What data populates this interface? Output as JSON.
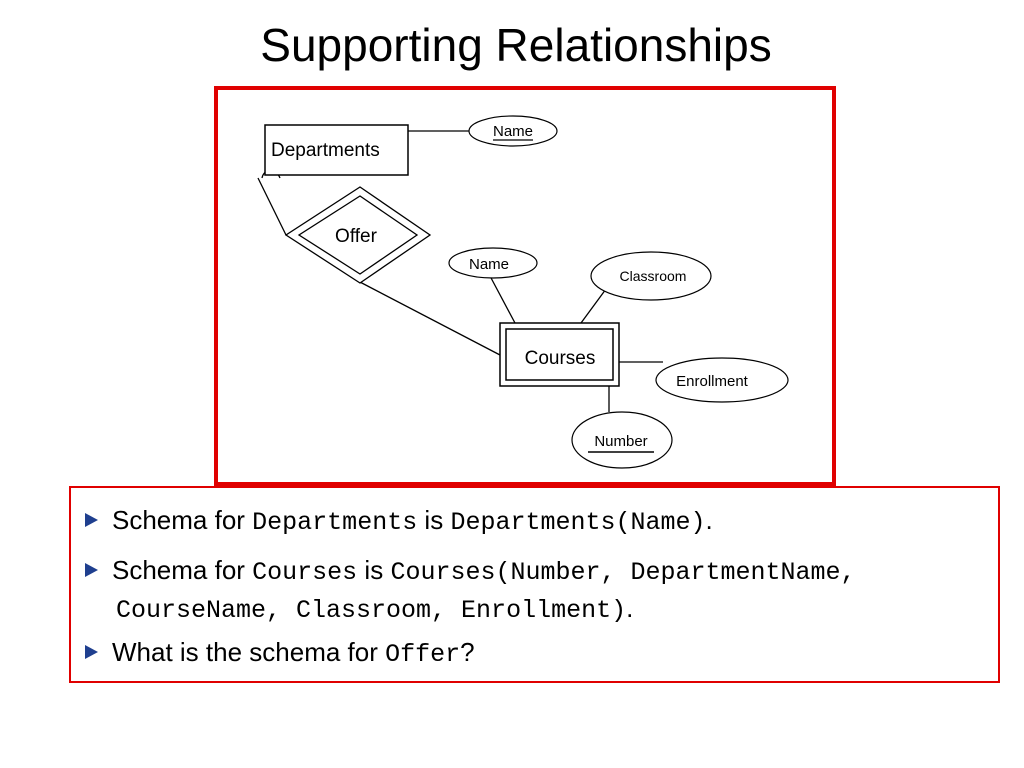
{
  "slide": {
    "title": "Supporting Relationships"
  },
  "colors": {
    "frame_border": "#e00000",
    "bullet_marker": "#1f3f8f",
    "line": "#000000"
  },
  "diagram": {
    "entities": {
      "departments": "Departments",
      "courses": "Courses"
    },
    "relationship": {
      "offer": "Offer"
    },
    "attributes": {
      "dept_name": "Name",
      "course_name": "Name",
      "classroom": "Classroom",
      "enrollment": "Enrollment",
      "number": "Number"
    }
  },
  "bullets": {
    "b1": {
      "t1": "Schema for ",
      "c1": "Departments",
      "t2": " is ",
      "c2": "Departments(Name)",
      "t3": "."
    },
    "b2": {
      "t1": "Schema for ",
      "c1": "Courses",
      "t2": " is ",
      "c2": "Courses(Number, DepartmentName,",
      "cont": "CourseName, Classroom, Enrollment)",
      "t3": "."
    },
    "b3": {
      "t1": "What is the schema for ",
      "c1": "Offer",
      "t2": "?"
    }
  }
}
